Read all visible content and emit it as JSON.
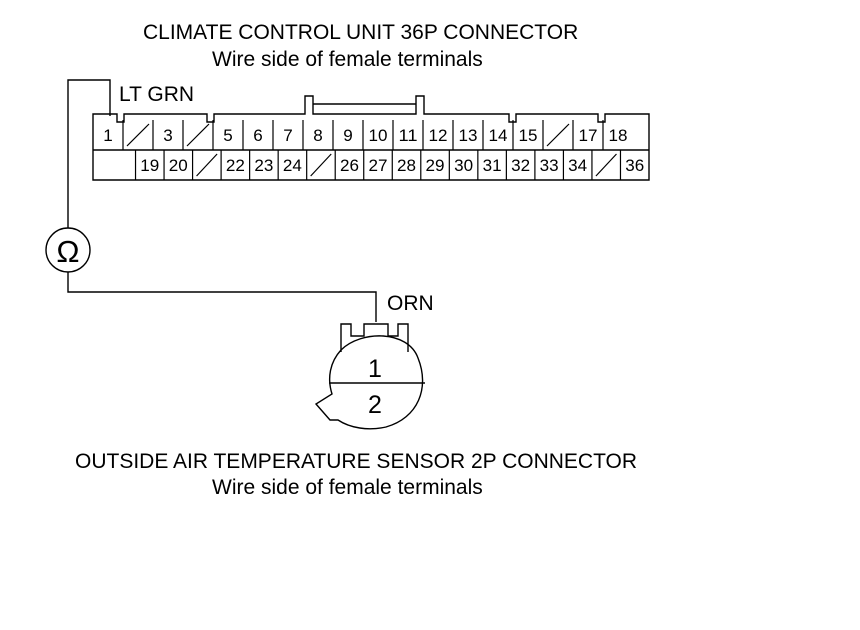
{
  "climate_connector": {
    "title": "CLIMATE CONTROL UNIT 36P CONNECTOR",
    "subtitle": "Wire side of female terminals",
    "wire_label": "LT GRN",
    "row1": [
      "1",
      "",
      "3",
      "",
      "5",
      "6",
      "7",
      "8",
      "9",
      "10",
      "11",
      "12",
      "13",
      "14",
      "15",
      "",
      "17",
      "18"
    ],
    "row2": [
      "",
      "19",
      "20",
      "",
      "22",
      "23",
      "24",
      "",
      "26",
      "27",
      "28",
      "29",
      "30",
      "31",
      "32",
      "33",
      "34",
      "",
      "36"
    ]
  },
  "meter": {
    "symbol": "Ω",
    "icon": "ohmmeter-icon"
  },
  "sensor_connector": {
    "title": "OUTSIDE AIR TEMPERATURE SENSOR 2P CONNECTOR",
    "subtitle": "Wire side of female terminals",
    "wire_label": "ORN",
    "pins": [
      "1",
      "2"
    ]
  }
}
